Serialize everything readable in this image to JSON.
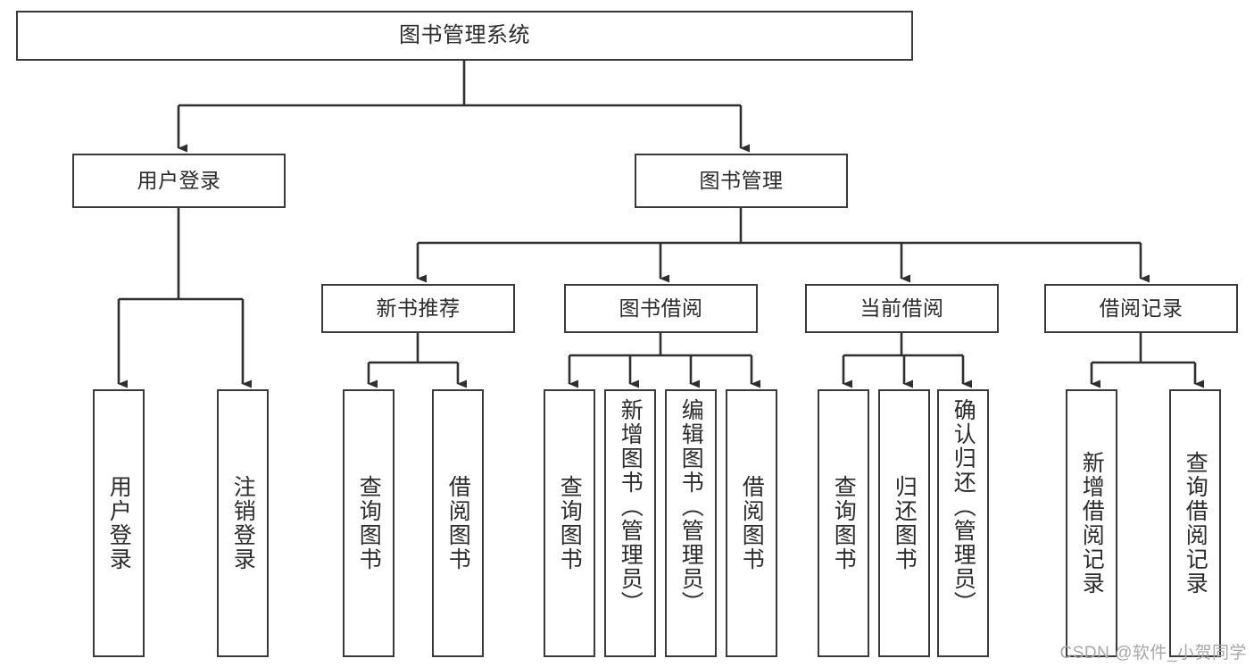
{
  "diagram": {
    "title": "图书管理系统",
    "type": "tree-hierarchy",
    "root": {
      "label": "图书管理系统"
    },
    "level2": [
      {
        "label": "用户登录"
      },
      {
        "label": "图书管理"
      }
    ],
    "level3": [
      {
        "label": "新书推荐"
      },
      {
        "label": "图书借阅"
      },
      {
        "label": "当前借阅"
      },
      {
        "label": "借阅记录"
      }
    ],
    "leaves": {
      "user_login": [
        {
          "label": "用户登录"
        },
        {
          "label": "注销登录"
        }
      ],
      "new_book_recommend": [
        {
          "label": "查询图书"
        },
        {
          "label": "借阅图书"
        }
      ],
      "book_borrow": [
        {
          "label": "查询图书"
        },
        {
          "label": "新增图书（管理员）"
        },
        {
          "label": "编辑图书（管理员）"
        },
        {
          "label": "借阅图书"
        }
      ],
      "current_borrow": [
        {
          "label": "查询图书"
        },
        {
          "label": "归还图书"
        },
        {
          "label": "确认归还（管理员）"
        }
      ],
      "borrow_record": [
        {
          "label": "新增借阅记录"
        },
        {
          "label": "查询借阅记录"
        }
      ]
    }
  },
  "watermark": {
    "text": "CSDN @软件_小贺同学"
  },
  "colors": {
    "border": "#3a3a3a",
    "text": "#2b2b2b",
    "background": "#ffffff",
    "watermark": "#a8a8a8"
  }
}
